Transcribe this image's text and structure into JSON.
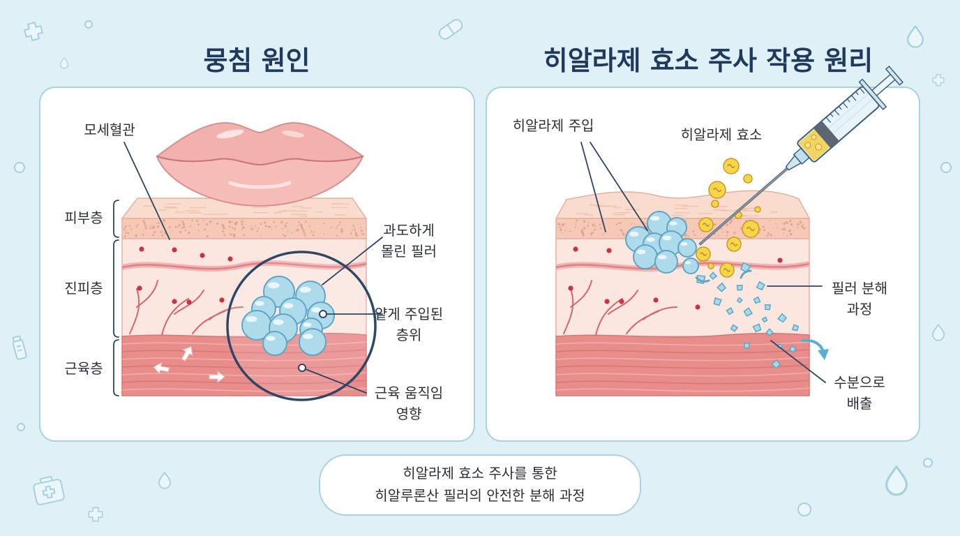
{
  "left_panel": {
    "title": "뭉침 원인",
    "capillary_label": "모세혈관",
    "layer_labels": {
      "skin": "피부층",
      "dermis": "진피층",
      "muscle": "근육층"
    },
    "callouts": {
      "excess_filler": [
        "과도하게",
        "몰린 필러"
      ],
      "shallow_injection": [
        "얕게 주입된",
        "층위"
      ],
      "muscle_movement": [
        "근육 움직임",
        "영향"
      ]
    }
  },
  "right_panel": {
    "title": "히알라제 효소 주사 작용 원리",
    "injection_label": "히알라제 주입",
    "enzyme_label": "히알라제 효소",
    "callouts": {
      "filler_breakdown": [
        "필러 분해",
        "과정"
      ],
      "water_excretion": [
        "수분으로",
        "배출"
      ]
    }
  },
  "caption": {
    "line1": "히알라제 효소 주사를 통한",
    "line2": "히알루론산 필러의 안전한 분해 과정"
  },
  "icons": [
    "plus-icon",
    "drop-icon",
    "pill-icon",
    "first-aid-kit-icon",
    "bottle-icon",
    "circle-dot-icon",
    "syringe-icon",
    "lips-icon",
    "magnifier-icon",
    "movement-arrow-icon",
    "outflow-arrow-icon"
  ],
  "colors": {
    "background": "#dff1f7",
    "title": "#1f3a5c",
    "panel_border": "#a8d2e0",
    "filler": "#aedbeb",
    "enzyme": "#f6d54a",
    "muscle": "#e98d8b",
    "capillary": "#d8646c",
    "lips": "#f3b1ad"
  }
}
